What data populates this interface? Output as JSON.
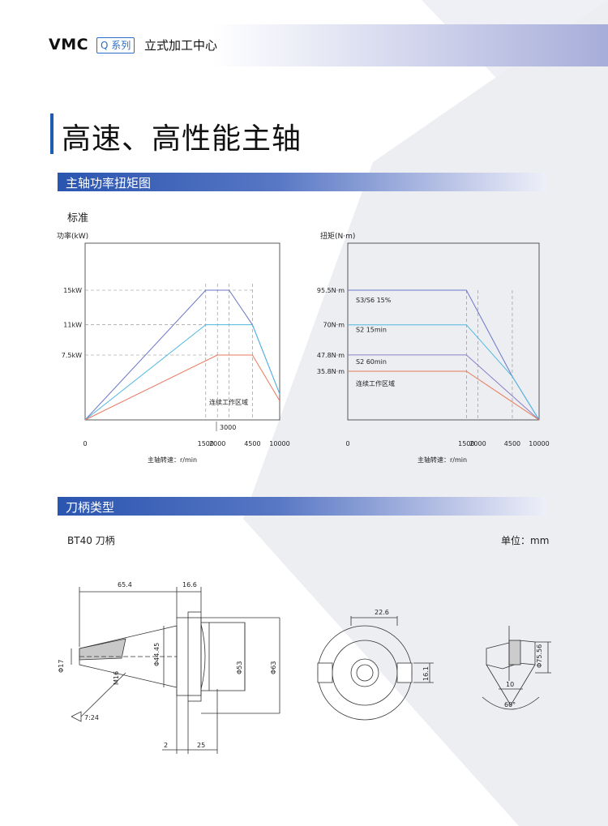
{
  "header": {
    "brand": "VMC",
    "series_badge": "Q 系列",
    "subtitle": "立式加工中心"
  },
  "page_title": "高速、高性能主轴",
  "section_power": {
    "title": "主轴功率扭矩图",
    "variant": "标准"
  },
  "chart_data": [
    {
      "type": "line",
      "ylabel": "功率(kW)",
      "xlabel": "主轴转速：r/min",
      "x_ticks": [
        "0",
        "1500",
        "2000",
        "4500",
        "10000"
      ],
      "extra_x_label": "3000",
      "y_ticks": [
        "15kW",
        "11kW",
        "7.5kW"
      ],
      "annotation": "连续工作区域",
      "series": [
        {
          "color": "#6a76c8",
          "points": [
            [
              0,
              0
            ],
            [
              1500,
              15
            ],
            [
              3000,
              15
            ],
            [
              4500,
              11
            ],
            [
              10000,
              3
            ]
          ]
        },
        {
          "color": "#4fb8e0",
          "points": [
            [
              0,
              0
            ],
            [
              1500,
              11
            ],
            [
              4500,
              11
            ],
            [
              10000,
              3
            ]
          ]
        },
        {
          "color": "#e8785a",
          "points": [
            [
              0,
              0
            ],
            [
              2000,
              7.5
            ],
            [
              4500,
              7.5
            ],
            [
              10000,
              2.2
            ]
          ]
        }
      ]
    },
    {
      "type": "line",
      "ylabel": "扭矩(N·m)",
      "xlabel": "主轴转速：r/min",
      "x_ticks": [
        "0",
        "1500",
        "2000",
        "4500",
        "10000"
      ],
      "y_ticks": [
        "95.5N·m",
        "70N·m",
        "47.8N·m",
        "35.8N·m"
      ],
      "series": [
        {
          "name": "S3/S6 15%",
          "color": "#6a76c8",
          "points": [
            [
              0,
              95.5
            ],
            [
              1500,
              95.5
            ],
            [
              4500,
              32
            ],
            [
              10000,
              0
            ]
          ]
        },
        {
          "name": "S2 15min",
          "color": "#4fb8e0",
          "points": [
            [
              0,
              70
            ],
            [
              1500,
              70
            ],
            [
              4500,
              32
            ],
            [
              10000,
              0
            ]
          ]
        },
        {
          "name": "S2 60min",
          "color": "#8a7fc8",
          "points": [
            [
              0,
              47.8
            ],
            [
              1500,
              47.8
            ],
            [
              10000,
              0
            ]
          ]
        },
        {
          "name": "连续工作区域",
          "color": "#e8785a",
          "points": [
            [
              0,
              35.8
            ],
            [
              1500,
              35.8
            ],
            [
              10000,
              0
            ]
          ]
        }
      ]
    }
  ],
  "section_holder": {
    "title": "刀柄类型",
    "holder_name": "BT40 刀柄",
    "unit": "单位：mm"
  },
  "drawing_labels": {
    "d1": "65.4",
    "d2": "16.6",
    "d3": "Φ44.45",
    "d4": "Φ53",
    "d5": "Φ63",
    "d6": "Φ17",
    "d7": "M16",
    "d8": "7:24",
    "d9": "2",
    "d10": "25",
    "d11": "22.6",
    "d12": "16.1",
    "d13": "Φ75.56",
    "d14": "10",
    "d15": "60°"
  }
}
